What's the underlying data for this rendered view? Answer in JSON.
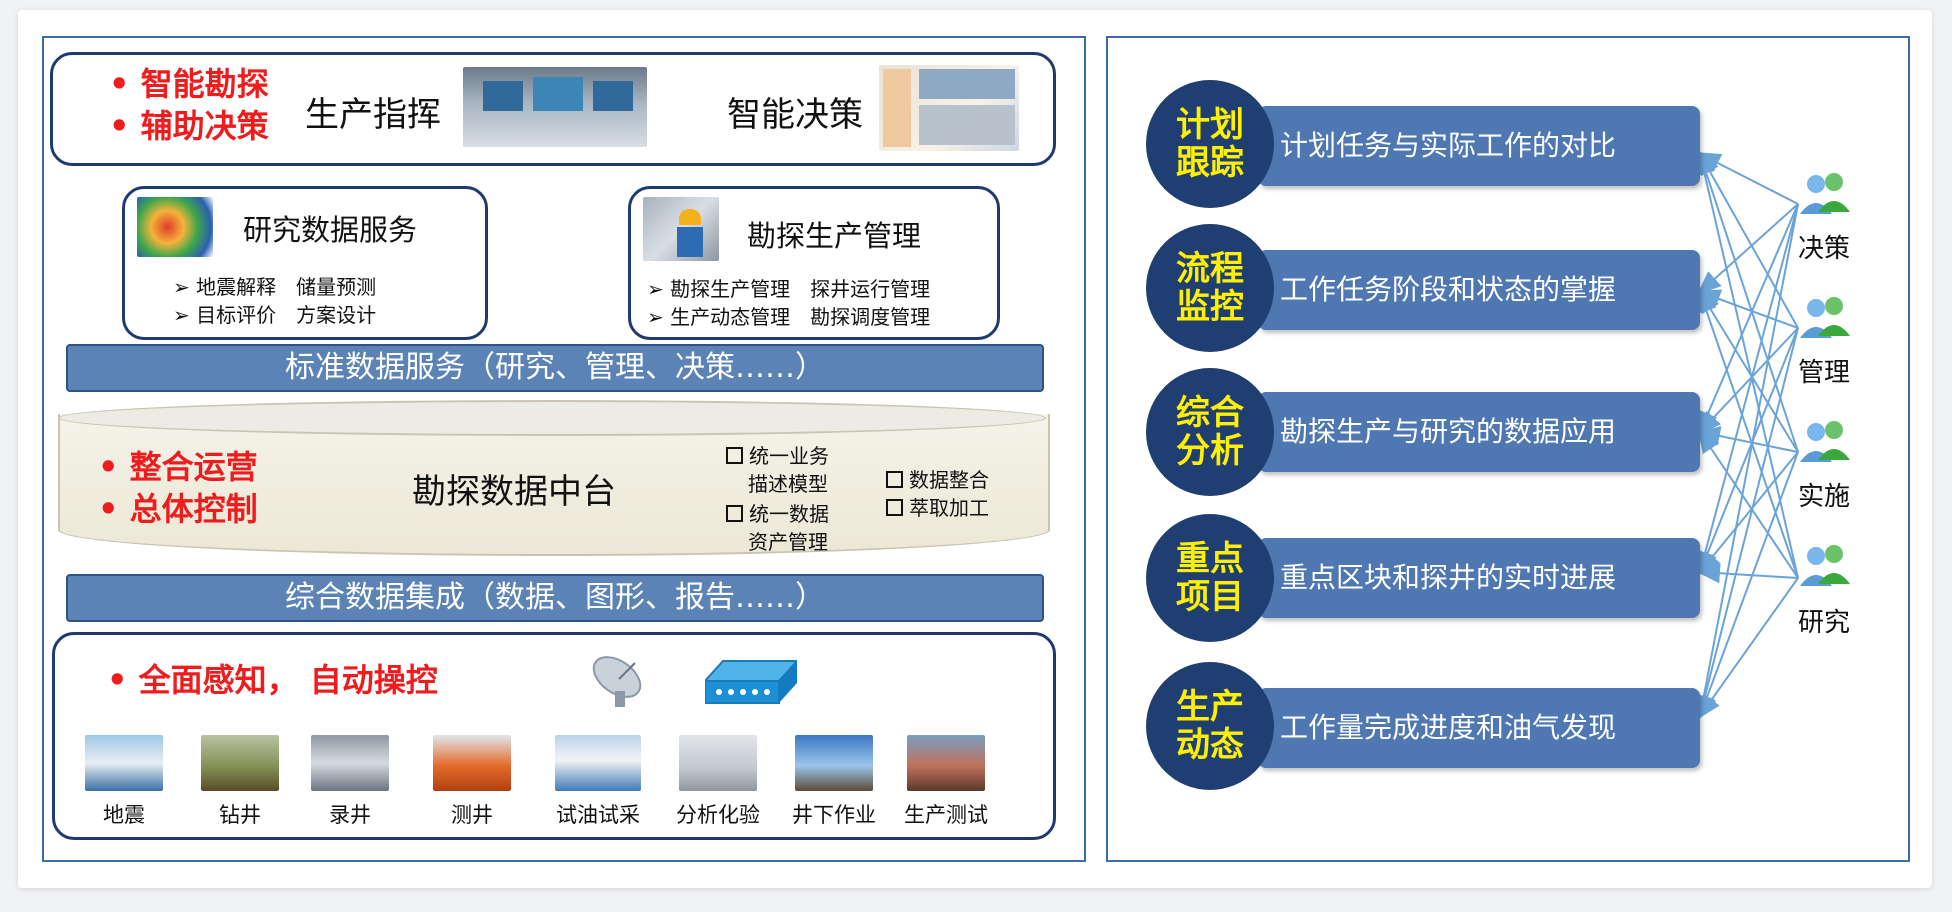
{
  "left": {
    "top_section": {
      "bullets": [
        "• 智能勘探",
        "• 辅助决策"
      ],
      "label_command": "生产指挥",
      "label_decision": "智能决策"
    },
    "research_service": {
      "title": "研究数据服务",
      "lines": [
        "➢ 地震解释　储量预测",
        "➢ 目标评价　方案设计"
      ]
    },
    "production_mgmt": {
      "title": "勘探生产管理",
      "lines": [
        "➢ 勘探生产管理　探井运行管理",
        "➢ 生产动态管理　勘探调度管理"
      ]
    },
    "standard_band": "标准数据服务（研究、管理、决策……）",
    "middle_platform": {
      "bullets": [
        "• 整合运营",
        "• 总体控制"
      ],
      "title": "勘探数据中台",
      "features_a": [
        "统一业务",
        "描述模型",
        "统一数据",
        "资产管理"
      ],
      "features_b": [
        "数据整合",
        "萃取加工"
      ]
    },
    "integration_band": "综合数据集成（数据、图形、报告……）",
    "bottom_section": {
      "bullet": "• 全面感知，  自动操控",
      "items": [
        "地震",
        "钻井",
        "录井",
        "测井",
        "试油试采",
        "分析化验",
        "井下作业",
        "生产测试"
      ]
    }
  },
  "right": {
    "rows": [
      {
        "tag": "计划\n跟踪",
        "text": "计划任务与实际工作的对比"
      },
      {
        "tag": "流程\n监控",
        "text": "工作任务阶段和状态的掌握"
      },
      {
        "tag": "综合\n分析",
        "text": "勘探生产与研究的数据应用"
      },
      {
        "tag": "重点\n项目",
        "text": "重点区块和探井的实时进展"
      },
      {
        "tag": "生产\n动态",
        "text": "工作量完成进度和油气发现"
      }
    ],
    "roles": [
      "决策",
      "管理",
      "实施",
      "研究"
    ]
  },
  "colors": {
    "accent_blue": "#4f78b2",
    "dark_navy": "#1f3f73",
    "red_text": "#ee1c1c",
    "yellow_text": "#ffef00",
    "arrow_blue": "#6aa3d8"
  },
  "icons": [
    "user-pair-icon",
    "satellite-dish-icon",
    "network-switch-icon"
  ]
}
